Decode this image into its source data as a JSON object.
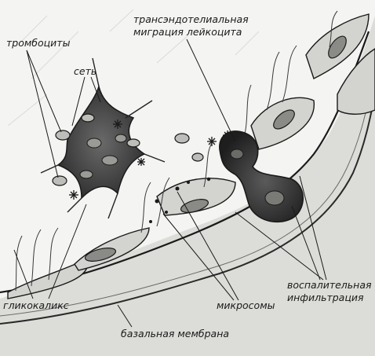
{
  "labels": {
    "platelets": "тромбоциты",
    "network": "сеть",
    "migration_line1": "трансэндотелиальная",
    "migration_line2": "миграция лейкоцита",
    "glycocalyx": "гликокаликс",
    "microsomes": "микросомы",
    "infiltration_line1": "воспалительная",
    "infiltration_line2": "инфильтрация",
    "basal_membrane": "базальная мембрана"
  },
  "colors": {
    "ink": "#1a1a1a",
    "background": "#f4f4f2",
    "cell": "#d9d9d5",
    "dark_cell": "#2e2e2e"
  }
}
